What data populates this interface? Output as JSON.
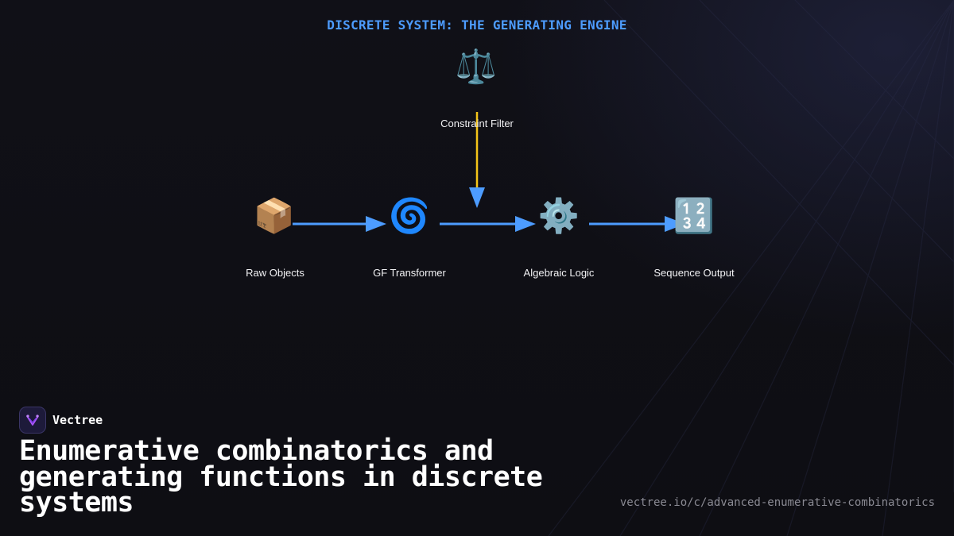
{
  "diagram": {
    "title": "DISCRETE SYSTEM: THE GENERATING ENGINE",
    "title_color": "#4d9cff",
    "nodes": [
      {
        "id": "raw-objects",
        "icon": "package-icon",
        "glyph": "📦",
        "label": "Raw Objects"
      },
      {
        "id": "gf-transformer",
        "icon": "cyclone-icon",
        "glyph": "🌀",
        "label": "GF Transformer"
      },
      {
        "id": "algebraic-logic",
        "icon": "gear-icon",
        "glyph": "⚙️",
        "label": "Algebraic Logic"
      },
      {
        "id": "sequence-output",
        "icon": "numbers-icon",
        "glyph": "🔢",
        "label": "Sequence Output"
      },
      {
        "id": "constraint-filter",
        "icon": "balance-scale-icon",
        "glyph": "⚖️",
        "label": "Constraint Filter"
      }
    ],
    "edges": [
      {
        "from": "raw-objects",
        "to": "gf-transformer",
        "color": "#4d9cff"
      },
      {
        "from": "gf-transformer",
        "to": "algebraic-logic",
        "color": "#4d9cff"
      },
      {
        "from": "algebraic-logic",
        "to": "sequence-output",
        "color": "#4d9cff"
      },
      {
        "from": "constraint-filter",
        "to": "algebraic-logic",
        "color": "#f5c518"
      }
    ]
  },
  "brand": {
    "name": "Vectree",
    "logo_icon": "vectree-logo-icon",
    "accent": "#a855f7"
  },
  "headline": "Enumerative combinatorics and generating functions in discrete systems",
  "url": "vectree.io/c/advanced-enumerative-combinatorics"
}
